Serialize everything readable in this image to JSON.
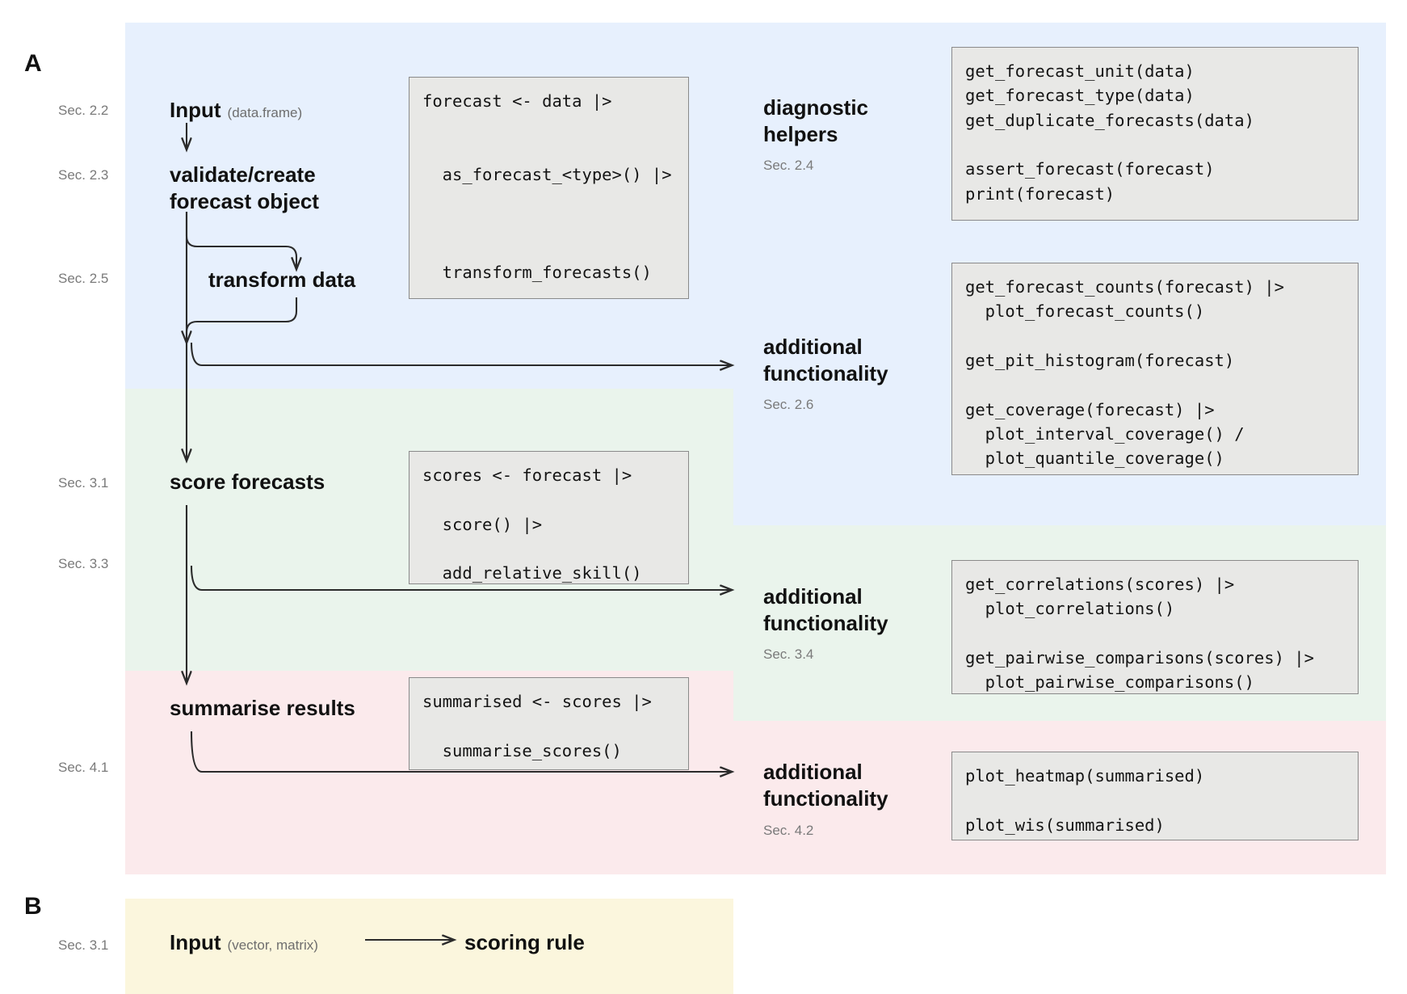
{
  "panels": {
    "a_letter": "A",
    "b_letter": "B"
  },
  "sections": {
    "s22": "Sec. 2.2",
    "s23": "Sec. 2.3",
    "s25": "Sec. 2.5",
    "s24": "Sec. 2.4",
    "s26": "Sec. 2.6",
    "s31": "Sec. 3.1",
    "s33": "Sec. 3.3",
    "s34": "Sec. 3.4",
    "s41": "Sec. 4.1",
    "s42": "Sec. 4.2",
    "s31b": "Sec. 3.1"
  },
  "flow": {
    "input_label": "Input",
    "input_sub": "(data.frame)",
    "validate_label": "validate/create\nforecast object",
    "transform_label": "transform data",
    "score_label": "score forecasts",
    "summarise_label": "summarise results"
  },
  "right_headings": {
    "diagnostic_helpers": "diagnostic\nhelpers",
    "additional_functionality_26": "additional\nfunctionality",
    "additional_functionality_34": "additional\nfunctionality",
    "additional_functionality_42": "additional\nfunctionality"
  },
  "code_boxes": {
    "forecast_pipeline": "forecast <- data |>\n\n\n  as_forecast_<type>() |>\n\n\n\n  transform_forecasts()",
    "score_pipeline": "scores <- forecast |>\n\n  score() |>\n\n  add_relative_skill()",
    "summarise_pipeline": "summarised <- scores |>\n\n  summarise_scores()",
    "diagnostics": "get_forecast_unit(data)\nget_forecast_type(data)\nget_duplicate_forecasts(data)\n\nassert_forecast(forecast)\nprint(forecast)",
    "forecast_extras": "get_forecast_counts(forecast) |>\n  plot_forecast_counts()\n\nget_pit_histogram(forecast)\n\nget_coverage(forecast) |>\n  plot_interval_coverage() /\n  plot_quantile_coverage()",
    "score_extras": "get_correlations(scores) |>\n  plot_correlations()\n\nget_pairwise_comparisons(scores) |>\n  plot_pairwise_comparisons()",
    "summary_extras": "plot_heatmap(summarised)\n\nplot_wis(summarised)"
  },
  "panel_b": {
    "input_label": "Input",
    "input_sub": "(vector, matrix)",
    "scoring_rule_label": "scoring rule"
  },
  "colors": {
    "band_blue": "#e7f0fd",
    "band_green": "#eaf4ec",
    "band_pink": "#fbeaec",
    "band_cream": "#fbf6dd",
    "code_bg": "#e8e8e6",
    "code_border": "#8a8a8a",
    "text": "#111111",
    "muted_text": "#7a7a7a",
    "arrow": "#2b2b2b"
  }
}
